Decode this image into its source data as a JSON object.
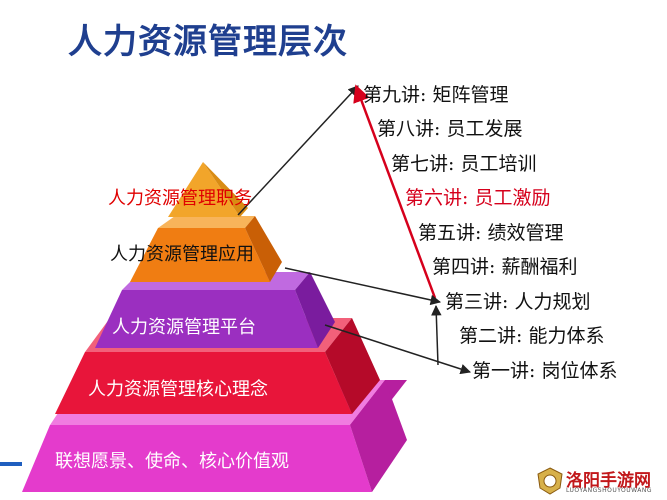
{
  "title": "人力资源管理层次",
  "pyramid": {
    "layers": [
      {
        "label": "人力资源管理职务",
        "front": "#f2a52a",
        "side": "#d98c14",
        "text_color": "#e00000"
      },
      {
        "label": "人力资源管理应用",
        "front": "#f07d12",
        "side": "#c95f06",
        "text_color": "#111111"
      },
      {
        "label": "人力资源管理平台",
        "front": "#9b2fc0",
        "side": "#7a1c9e",
        "text_color": "#ffffff"
      },
      {
        "label": "人力资源管理核心理念",
        "front": "#e8153a",
        "side": "#b50a29",
        "text_color": "#ffffff"
      },
      {
        "label": "联想愿景、使命、核心价值观",
        "front": "#e43bcc",
        "side": "#b61f9f",
        "text_color": "#ffffff"
      }
    ]
  },
  "lectures": [
    {
      "text": "第九讲: 矩阵管理",
      "highlight": false
    },
    {
      "text": "第八讲: 员工发展",
      "highlight": false
    },
    {
      "text": "第七讲: 员工培训",
      "highlight": false
    },
    {
      "text": "第六讲: 员工激励",
      "highlight": true
    },
    {
      "text": "第五讲: 绩效管理",
      "highlight": false
    },
    {
      "text": "第四讲: 薪酬福利",
      "highlight": false
    },
    {
      "text": "第三讲: 人力规划",
      "highlight": false
    },
    {
      "text": "第二讲: 能力体系",
      "highlight": false
    },
    {
      "text": "第一讲: 岗位体系",
      "highlight": false
    }
  ],
  "colors": {
    "title": "#1f3f8f",
    "highlight": "#d6001c",
    "arrow_dark": "#222222",
    "arrow_red": "#d6001c"
  },
  "watermark": {
    "text": "洛阳手游网",
    "sub": "LUOYANGSHOUYOUWANG"
  }
}
